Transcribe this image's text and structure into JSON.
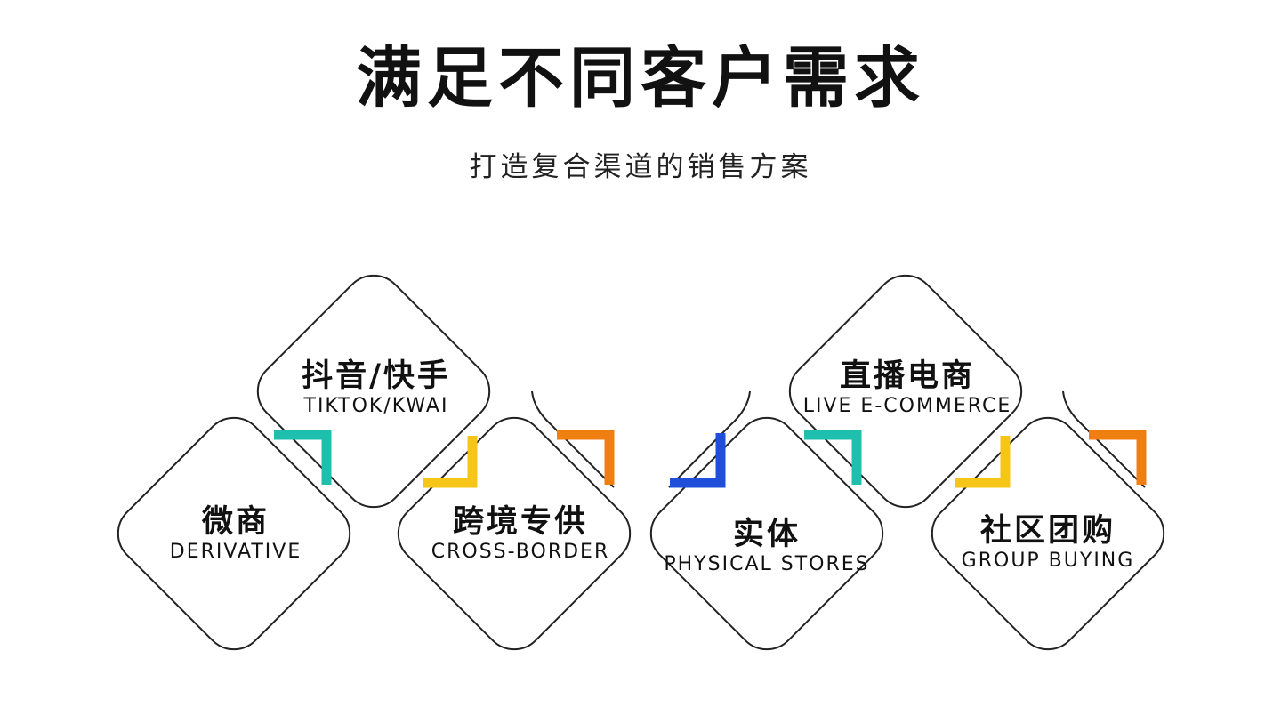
{
  "title": "满足不同客户需求",
  "subtitle": "打造复合渠道的销售方案",
  "channels": [
    {
      "cn": "抖音/快手",
      "en": "TIKTOK/KWAI"
    },
    {
      "cn": "直播电商",
      "en": "LIVE E-COMMERCE"
    },
    {
      "cn": "微商",
      "en": "DERIVATIVE"
    },
    {
      "cn": "跨境专供",
      "en": "CROSS-BORDER"
    },
    {
      "cn": "实体",
      "en": "PHYSICAL STORES"
    },
    {
      "cn": "社区团购",
      "en": "GROUP BUYING"
    }
  ],
  "colors": {
    "teal": "#1fbfae",
    "yellow": "#f5c518",
    "orange": "#f07f12",
    "blue": "#1f4fd8"
  }
}
